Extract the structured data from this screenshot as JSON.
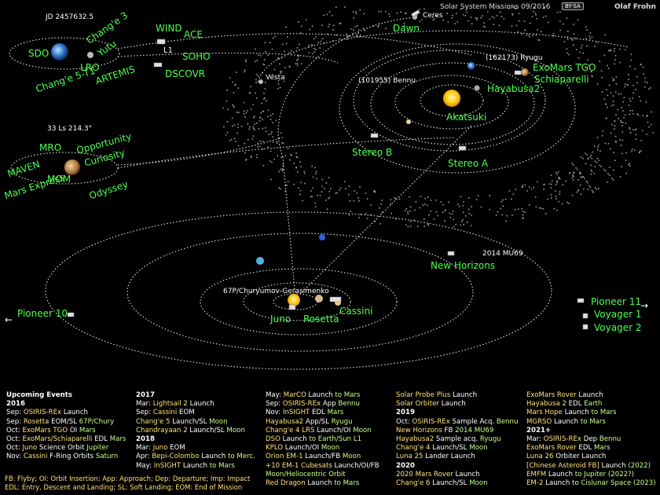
{
  "header": {
    "title": "Solar System Missions 09/2016",
    "license": "BY-SA",
    "author": "Olaf Frohn"
  },
  "earth_panel": {
    "date_label": "JD 2457632.5",
    "labels": [
      "SDO",
      "Chang'e 5-T1",
      "LRO",
      "ARTEMIS",
      "Chang'e 3",
      "Yutu"
    ]
  },
  "l1_panel": {
    "labels": [
      "WIND",
      "ACE",
      "L1",
      "SOHO",
      "DSCOVR"
    ]
  },
  "mars_panel": {
    "ls_label": "33 Ls 214.3°",
    "labels": [
      "MRO",
      "Opportunity",
      "MAVEN",
      "Curiosity",
      "Mars Express",
      "MOM",
      "Odyssey"
    ]
  },
  "inner_system": {
    "labels": [
      "Dawn",
      "Ceres",
      "Vesta",
      "(101955) Bennu",
      "(162173) Ryugu",
      "Hayabusa2",
      "ExoMars TGO",
      "Schiaparelli",
      "Akatsuki",
      "Stereo B",
      "Stereo A"
    ]
  },
  "outer_system": {
    "labels": [
      "67P/Churyumov-Gerasimenko",
      "Juno",
      "Rosetta",
      "Cassini",
      "New Horizons",
      "2014 MU69"
    ]
  },
  "deep_space": {
    "pioneer10": "Pioneer 10",
    "pioneer11": "Pioneer 11",
    "voyager1": "Voyager 1",
    "voyager2": "Voyager 2"
  },
  "events": {
    "heading": "Upcoming Events",
    "col1": [
      {
        "t": "yr",
        "text": "2016"
      },
      {
        "d": "Sep:",
        "a": "OSIRIS-REx",
        "m": " Launch"
      },
      {
        "d": "Sep:",
        "a": "Rosetta",
        "m": " EOM/SL ",
        "t": "67P/Chury"
      },
      {
        "d": "Oct:",
        "a": "ExoMars TGO",
        "m": " OI ",
        "t": "Mars"
      },
      {
        "d": "Oct:",
        "a": "ExoMars/Schiaparelli",
        "m": " EDL ",
        "t": "Mars"
      },
      {
        "d": "Oct:",
        "a": "Juno",
        "m": " Science Orbit ",
        "t": "Jupiter"
      },
      {
        "d": "Nov:",
        "a": "Cassini",
        "m": " F-Ring Orbits ",
        "t": "Saturn"
      }
    ],
    "col2": [
      {
        "t": "yr",
        "text": "2017"
      },
      {
        "d": "Mar:",
        "a": "Lightsail 2",
        "m": " Launch"
      },
      {
        "d": "Sep:",
        "a": "Cassini",
        "m": " EOM"
      },
      {
        "d": "",
        "a": "Chang'e 5",
        "m": " Launch/SL ",
        "t": "Moon"
      },
      {
        "d": "",
        "a": "Chandrayaan 2",
        "m": " Launch/SL ",
        "t": "Moon"
      },
      {
        "t": "yr",
        "text": "2018"
      },
      {
        "d": "Mar:",
        "a": "Juno",
        "m": " EOM"
      },
      {
        "d": "Apr:",
        "a": "Bepi-Colombo",
        "m": " Launch ",
        "t": "to Merc."
      },
      {
        "d": "May:",
        "a": "InSIGHT",
        "m": " Launch ",
        "t": "to Mars"
      }
    ],
    "col3": [
      {
        "d": "May:",
        "a": "MarCO",
        "m": " Launch ",
        "t": "to Mars"
      },
      {
        "d": "Sep:",
        "a": "OSIRIS-REx",
        "m": " App ",
        "t": "Bennu"
      },
      {
        "d": "Nov:",
        "a": "InSIGHT",
        "m": " EDL ",
        "t": "Mars"
      },
      {
        "d": "",
        "a": "Hayabusa2",
        "m": " App/SL ",
        "t": "Ryugu"
      },
      {
        "d": "",
        "a": "Chang'e 4 LRS",
        "m": " Launch/OI ",
        "t": "Moon"
      },
      {
        "d": "",
        "a": "DSO",
        "m": " Launch ",
        "t": "to Earth/Sun L1"
      },
      {
        "d": "",
        "a": "KPLO",
        "m": " Launch/OI ",
        "t": "Moon"
      },
      {
        "d": "",
        "a": "Orion EM-1",
        "m": " Launch/FB ",
        "t": "Moon"
      },
      {
        "d": "",
        "a": "+10 EM-1 Cubesats",
        "m": " Launch/OI/FB"
      },
      {
        "d": "",
        "a": "",
        "m": "",
        "t": " Moon/Heliocentric Orbit"
      },
      {
        "d": "",
        "a": "Red Dragon",
        "m": " Launch ",
        "t": "to Mars"
      }
    ],
    "col4": [
      {
        "d": "",
        "a": "Solar Probe Plus",
        "m": " Launch"
      },
      {
        "d": "",
        "a": "Solar Orbiter",
        "m": " Launch"
      },
      {
        "t": "yr",
        "text": "2019"
      },
      {
        "d": "Oct:",
        "a": "OSIRIS-REx",
        "m": " Sample Acq. ",
        "t": "Bennu"
      },
      {
        "d": "",
        "a": "New Horizons",
        "m": " FB ",
        "t": "2014 MU69"
      },
      {
        "d": "",
        "a": "Hayabusa2",
        "m": " Sample acq. ",
        "t": "Ryugu"
      },
      {
        "d": "",
        "a": "Chang'e 4",
        "m": " Launch/SL ",
        "t": "Moon"
      },
      {
        "d": "",
        "a": "Luna 25",
        "m": " Lander Launch"
      },
      {
        "t": "yr",
        "text": "2020"
      },
      {
        "d": "",
        "a": "2020 Mars Rover",
        "m": " Launch"
      },
      {
        "d": "",
        "a": "Chang'e 6",
        "m": " Launch/SL ",
        "t": "Moon"
      }
    ],
    "col5": [
      {
        "d": "",
        "a": "ExoMars Rover",
        "m": " Launch"
      },
      {
        "d": "",
        "a": "Hayabusa 2",
        "m": " EDL ",
        "t": "Earth"
      },
      {
        "d": "",
        "a": "Mars Hope",
        "m": " Launch ",
        "t": "to Mars"
      },
      {
        "d": "",
        "a": "MGRSO",
        "m": " Launch ",
        "t": "to Mars"
      },
      {
        "t": "yr",
        "text": "2021+"
      },
      {
        "d": "Mar:",
        "a": "OSIRIS-REx",
        "m": " Dep ",
        "t": "Bennu"
      },
      {
        "d": "",
        "a": "ExoMars Rover",
        "m": " EDL ",
        "t": "Mars"
      },
      {
        "d": "",
        "a": "Luna 26",
        "m": " Orbiter Launch"
      },
      {
        "d": "",
        "a": "[Chinese Asteroid FB]",
        "m": " Launch ",
        "t": "(2022)"
      },
      {
        "d": "",
        "a": "EMFM",
        "m": " Launch ",
        "t": "to Jupiter (2022?)"
      },
      {
        "d": "",
        "a": "EM-2",
        "m": " Launch ",
        "t": "to Cislunar Space (2023)"
      }
    ],
    "legend_line1": "FB: Flyby; OI: Orbit Insertion; App: Approach; Dep: Departure; Imp: Impact",
    "legend_line2": "EDL: Entry, Descent and Landing; SL: Soft Landing; EOM: End of Mission"
  },
  "colors": {
    "label_green": "#4cff4c",
    "sun": "#ffd21f",
    "orbit": "#ffffff",
    "mission_yellow": "#ffe27a"
  }
}
